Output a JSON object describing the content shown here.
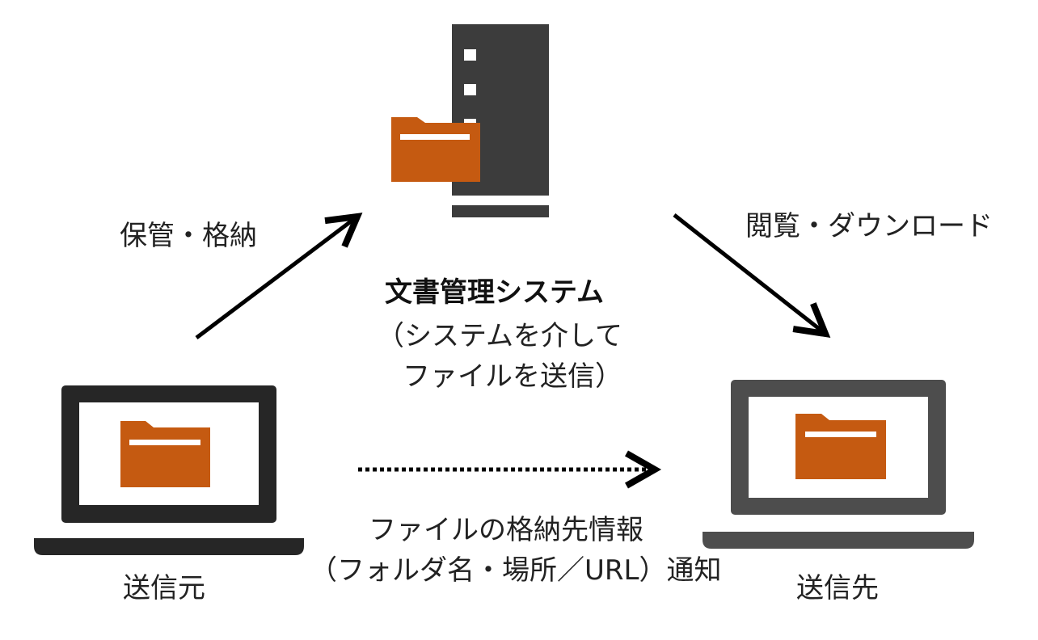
{
  "colors": {
    "folder": "#c55a11",
    "server": "#3c3c3c",
    "sender_laptop": "#262626",
    "receiver_laptop": "#4d4d4d",
    "arrow": "#000000"
  },
  "icons": {
    "server": "server-icon",
    "folder": "folder-icon",
    "sender": "laptop-icon",
    "receiver": "laptop-icon"
  },
  "labels": {
    "store": "保管・格納",
    "view_download": "閲覧・ダウンロード",
    "system_title": "文書管理システム",
    "system_sub_line1": "（システムを介して",
    "system_sub_line2": "ファイルを送信）",
    "notify_line1": "ファイルの格納先情報",
    "notify_line2": "（フォルダ名・場所／URL）通知",
    "sender": "送信元",
    "receiver": "送信先"
  }
}
